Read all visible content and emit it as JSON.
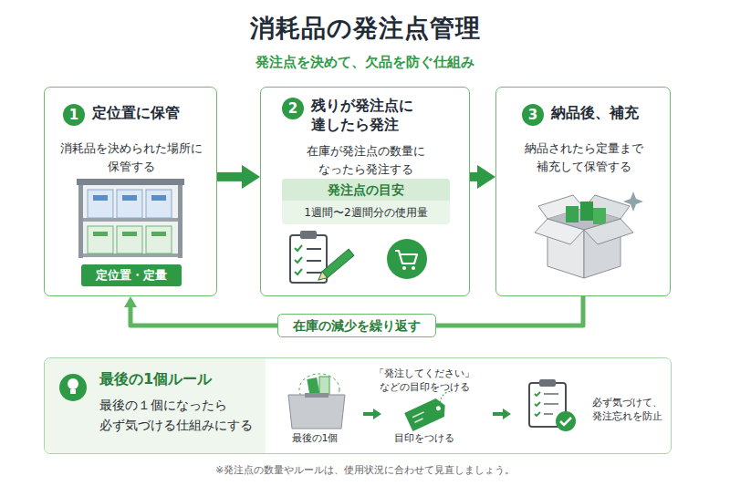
{
  "diagram": {
    "title": "消耗品の発注点管理",
    "nodes": [
      {
        "text": [
          "定位置に保管",
          "消耗品を決められた場所に 保管する"
        ]
      },
      {
        "text": [
          "1"
        ],
        "in": 0
      },
      {
        "text": [
          "定位置・定量"
        ],
        "in": 0
      },
      {
        "text": [
          "残りが発注点に 達したら発注",
          "在庫が発注点の数量に なったら発注する"
        ]
      },
      {
        "text": [
          "2"
        ],
        "in": 3
      },
      {
        "text": [
          "発注点の目安",
          "1週間〜2週間分の使用量"
        ],
        "in": 3
      },
      {
        "text": [
          "納品後、補充",
          "納品されたら定量まで 補充して保管する"
        ]
      },
      {
        "text": [
          "3"
        ],
        "in": 6
      },
      {
        "text": [
          "最後の1個ルール",
          "最後の１個になったら 必ず気づける仕組みにする"
        ]
      }
    ],
    "edges": [
      {
        "from": 0,
        "to": 3,
        "arrow": "to"
      },
      {
        "from": 3,
        "to": 6,
        "arrow": "to"
      },
      {
        "from": 6,
        "to": 0,
        "arrow": "to",
        "label": "在庫の減少を繰り返す"
      }
    ],
    "labels": [
      "発注点を決めて、欠品を防ぐ仕組み",
      "最後の1個",
      "「発注してください」 などの目印をつける",
      "目印をつける",
      "必ず気づけて、 発注忘れを防止",
      "※発注点の数量やルールは、使用状況に合わせて見直しましょう。"
    ]
  }
}
